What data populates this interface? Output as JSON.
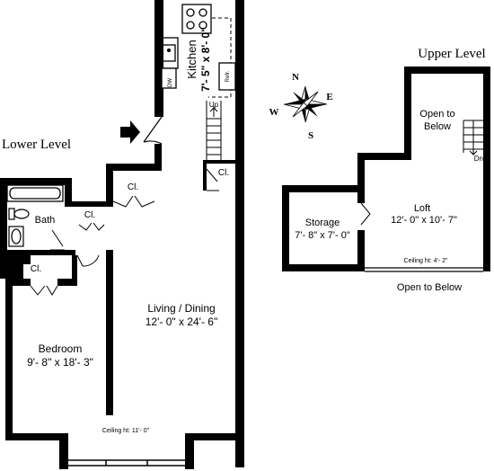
{
  "levels": {
    "lower": "Lower Level",
    "upper": "Upper Level"
  },
  "rooms": {
    "kitchen": {
      "name": "Kitchen",
      "dims": "7'- 5\" x 8'- 0\""
    },
    "living": {
      "name": "Living / Dining",
      "dims": "12'- 0\" x 24'- 6\""
    },
    "bedroom": {
      "name": "Bedroom",
      "dims": "9'- 8\" x 18'- 3\""
    },
    "bath": {
      "name": "Bath"
    },
    "storage": {
      "name": "Storage",
      "dims": "7'- 8\" x 7'- 0\""
    },
    "loft": {
      "name": "Loft",
      "dims": "12'- 0\" x 10'- 7\""
    },
    "open_upper": {
      "line1": "Open to",
      "line2": "Below"
    }
  },
  "closets": {
    "label": "Cl."
  },
  "appliances": {
    "dw": "DW",
    "refrigerator": "Refr."
  },
  "stairs": {
    "up": "Up",
    "down": "Dn."
  },
  "compass": {
    "n": "N",
    "s": "S",
    "e": "E",
    "w": "W"
  },
  "ceiling": {
    "lower": "Ceiling ht: 11'- 0\"",
    "loft": "Ceiling ht: 4'- 2\""
  },
  "open_to_below": "Open to Below"
}
